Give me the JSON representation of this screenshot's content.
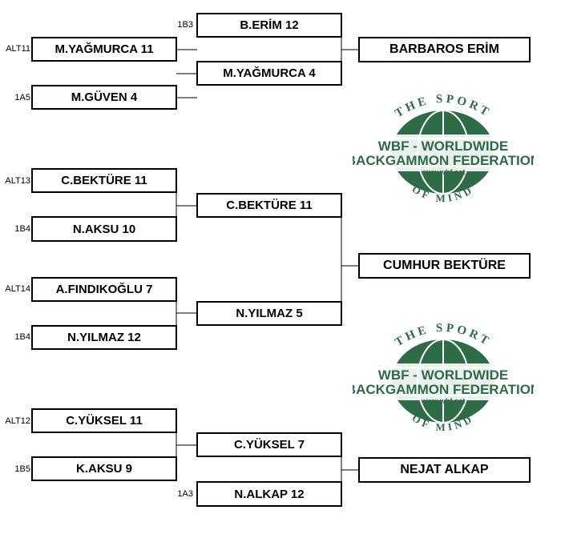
{
  "bracket": {
    "matches": [
      {
        "tag": "1B3",
        "player": "B.ERİM  12"
      },
      {
        "tag": "ALT11",
        "player": "M.YAĞMURCA  11"
      },
      {
        "tag": "",
        "player": "M.YAĞMURCA  4"
      },
      {
        "tag": "1A5",
        "player": "M.GÜVEN  4"
      },
      {
        "tag": "",
        "player": "BARBAROS ERİM"
      },
      {
        "tag": "ALT13",
        "player": "C.BEKTÜRE  11"
      },
      {
        "tag": "",
        "player": "C.BEKTÜRE  11"
      },
      {
        "tag": "1B4",
        "player": "N.AKSU  10"
      },
      {
        "tag": "",
        "player": "CUMHUR BEKTÜRE"
      },
      {
        "tag": "ALT14",
        "player": "A.FINDIKOĞLU  7"
      },
      {
        "tag": "",
        "player": "N.YILMAZ  5"
      },
      {
        "tag": "1B4",
        "player": "N.YILMAZ  12"
      },
      {
        "tag": "ALT12",
        "player": "C.YÜKSEL  11"
      },
      {
        "tag": "",
        "player": "C.YÜKSEL  7"
      },
      {
        "tag": "1B5",
        "player": "K.AKSU  9"
      },
      {
        "tag": "",
        "player": "NEJAT ALKAP"
      },
      {
        "tag": "1A3",
        "player": "N.ALKAP  12"
      }
    ]
  },
  "logo": {
    "top_text": "THE SPORT",
    "line1": "WBF - WORLDWIDE",
    "line2": "BACKGAMMON FEDERATION",
    "url": "www.wbf.net",
    "bottom_text": "OF MIND",
    "color": "#2e6b47"
  }
}
